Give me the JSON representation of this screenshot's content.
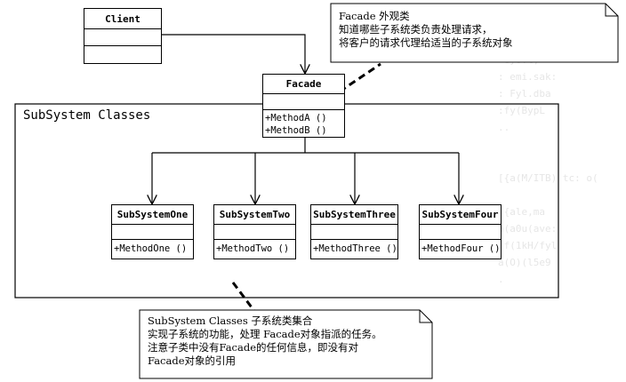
{
  "diagram": {
    "classes": {
      "client": {
        "name": "Client"
      },
      "facade": {
        "name": "Facade",
        "ops": [
          "+MethodA ()",
          "+MethodB ()"
        ]
      },
      "sub_one": {
        "name": "SubSystemOne",
        "ops": [
          "+MethodOne ()"
        ]
      },
      "sub_two": {
        "name": "SubSystemTwo",
        "ops": [
          "+MethodTwo ()"
        ]
      },
      "sub_three": {
        "name": "SubSystemThree",
        "ops": [
          "+MethodThree ()"
        ]
      },
      "sub_four": {
        "name": "SubSystemFour",
        "ops": [
          "+MethodFour ()"
        ]
      }
    },
    "package_label": "SubSystem Classes",
    "facade_note": {
      "lines": [
        "Facade  外观类",
        "知道哪些子系统类负责处理请求，",
        "将客户的请求代理给适当的子系统对象"
      ]
    },
    "subsystem_note": {
      "lines": [
        "SubSystem Classes   子系统类集合",
        "实现子系统的功能，处理 Facade对象指派的任务。",
        "注意子类中没有Facade的任何信息，即没有对",
        "Facade对象的引用"
      ]
    }
  }
}
